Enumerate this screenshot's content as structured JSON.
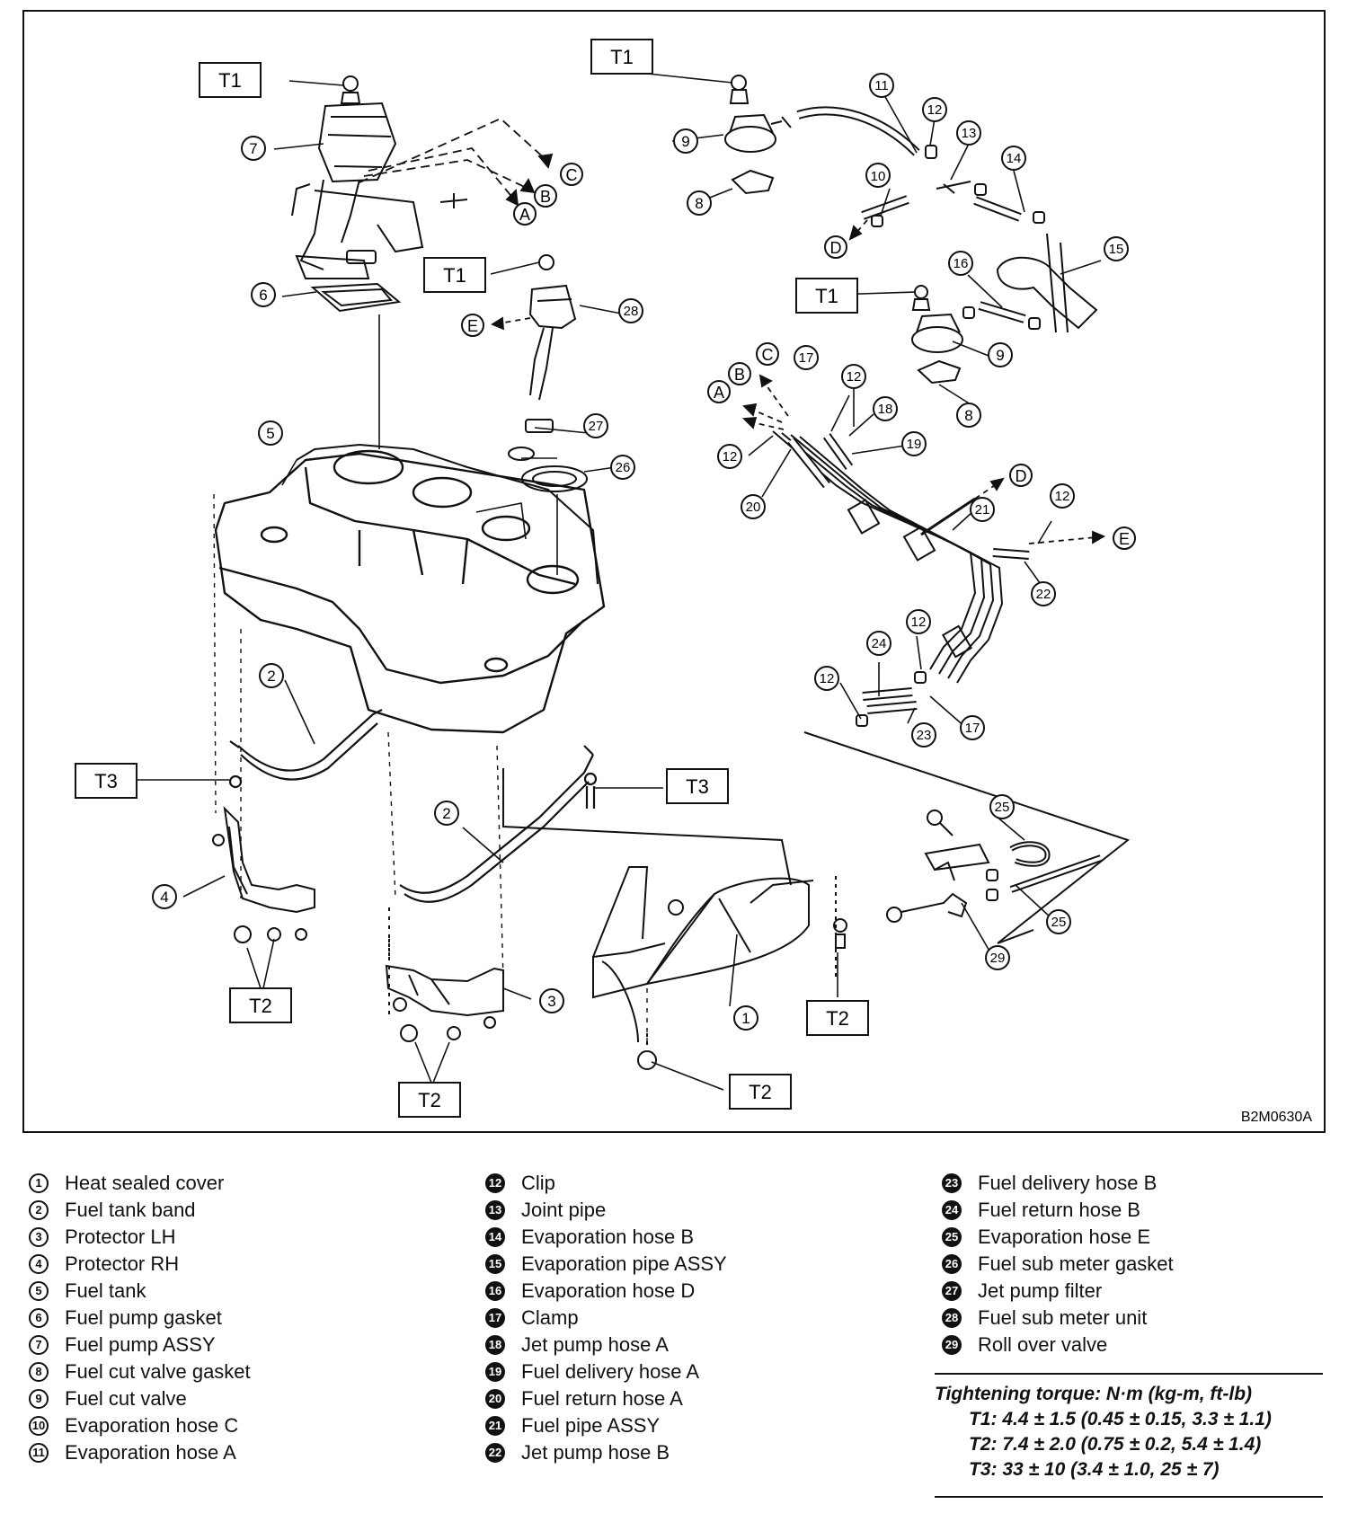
{
  "diagram": {
    "ref_code": "B2M0630A",
    "torque_tags": [
      "T1",
      "T2",
      "T3"
    ],
    "callouts": [
      "1",
      "2",
      "3",
      "4",
      "5",
      "6",
      "7",
      "8",
      "9",
      "10",
      "11",
      "12",
      "13",
      "14",
      "15",
      "16",
      "17",
      "18",
      "19",
      "20",
      "21",
      "22",
      "23",
      "24",
      "25",
      "26",
      "27",
      "28",
      "29"
    ],
    "connectors": [
      "A",
      "B",
      "C",
      "D",
      "E"
    ]
  },
  "legend": {
    "col1": [
      {
        "n": "1",
        "label": "Heat sealed cover"
      },
      {
        "n": "2",
        "label": "Fuel tank band"
      },
      {
        "n": "3",
        "label": "Protector LH"
      },
      {
        "n": "4",
        "label": "Protector RH"
      },
      {
        "n": "5",
        "label": "Fuel tank"
      },
      {
        "n": "6",
        "label": "Fuel pump gasket"
      },
      {
        "n": "7",
        "label": "Fuel pump ASSY"
      },
      {
        "n": "8",
        "label": "Fuel cut valve gasket"
      },
      {
        "n": "9",
        "label": "Fuel cut valve"
      },
      {
        "n": "10",
        "label": "Evaporation hose C"
      },
      {
        "n": "11",
        "label": "Evaporation hose A"
      }
    ],
    "col2": [
      {
        "n": "12",
        "label": "Clip"
      },
      {
        "n": "13",
        "label": "Joint pipe"
      },
      {
        "n": "14",
        "label": "Evaporation hose B"
      },
      {
        "n": "15",
        "label": "Evaporation pipe ASSY"
      },
      {
        "n": "16",
        "label": "Evaporation hose D"
      },
      {
        "n": "17",
        "label": "Clamp"
      },
      {
        "n": "18",
        "label": "Jet pump hose A"
      },
      {
        "n": "19",
        "label": "Fuel delivery hose A"
      },
      {
        "n": "20",
        "label": "Fuel return hose A"
      },
      {
        "n": "21",
        "label": "Fuel pipe ASSY"
      },
      {
        "n": "22",
        "label": "Jet pump hose B"
      }
    ],
    "col3": [
      {
        "n": "23",
        "label": "Fuel delivery hose B"
      },
      {
        "n": "24",
        "label": "Fuel return hose B"
      },
      {
        "n": "25",
        "label": "Evaporation hose E"
      },
      {
        "n": "26",
        "label": "Fuel sub meter gasket"
      },
      {
        "n": "27",
        "label": "Jet pump filter"
      },
      {
        "n": "28",
        "label": "Fuel sub meter unit"
      },
      {
        "n": "29",
        "label": "Roll over valve"
      }
    ]
  },
  "torque": {
    "title": "Tightening torque: N·m (kg-m, ft-lb)",
    "t1": "T1:  4.4 ± 1.5 (0.45 ± 0.15, 3.3 ± 1.1)",
    "t2": "T2:  7.4 ± 2.0 (0.75 ± 0.2, 5.4 ± 1.4)",
    "t3": "T3:  33 ± 10 (3.4 ± 1.0, 25 ± 7)"
  }
}
